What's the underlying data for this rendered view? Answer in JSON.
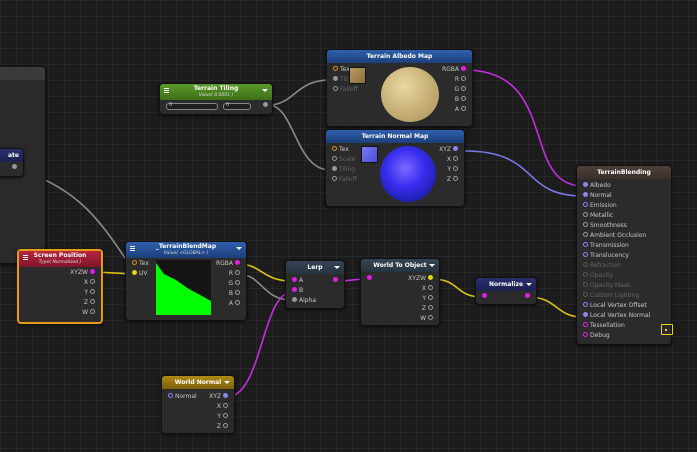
{
  "nodes": {
    "terrain_tiling": {
      "title": "Terrain Tiling",
      "subtitle": "Value( 0.0001 )",
      "field_a": "0",
      "field_b": "0"
    },
    "albedo_map": {
      "title": "Terrain Albedo Map",
      "inputs": [
        "Tex",
        "Tiling",
        "Falloff"
      ],
      "outputs": [
        "RGBA",
        "R",
        "G",
        "B",
        "A"
      ]
    },
    "normal_map": {
      "title": "Terrain Normal Map",
      "inputs": [
        "Tex",
        "Scale",
        "Tiling",
        "Falloff"
      ],
      "outputs": [
        "XYZ",
        "X",
        "Y",
        "Z"
      ]
    },
    "left_partial": {
      "title": "ate"
    },
    "screen_position": {
      "title": "Screen Position",
      "subtitle": "Type( Normalized )",
      "outputs": [
        "XYZW",
        "X",
        "Y",
        "Z",
        "W"
      ]
    },
    "blend_map": {
      "title": "_TerrainBlendMap",
      "subtitle": "Value( <GLOBAL> )",
      "inputs": [
        "Tex",
        "UV"
      ],
      "outputs": [
        "RGBA",
        "R",
        "G",
        "B",
        "A"
      ]
    },
    "lerp": {
      "title": "Lerp",
      "inputs": [
        "A",
        "B",
        "Alpha"
      ]
    },
    "world_to_object": {
      "title": "World To Object",
      "outputs": [
        "XYZW",
        "X",
        "Y",
        "Z",
        "W"
      ]
    },
    "normalize": {
      "title": "Normalize"
    },
    "world_normal": {
      "title": "World Normal",
      "inputs": [
        "Normal"
      ],
      "outputs": [
        "XYZ",
        "X",
        "Y",
        "Z"
      ]
    },
    "terrain_blending": {
      "title": "TerrainBlending",
      "inputs": [
        "Albedo",
        "Normal",
        "Emission",
        "Metallic",
        "Smoothness",
        "Ambient Occlusion",
        "Transmission",
        "Translucency",
        "Refraction",
        "Opacity",
        "Opacity Mask",
        "Custom Lighting",
        "Local Vertex Offset",
        "Local Vertex Normal",
        "Tessellation",
        "Debug"
      ]
    }
  },
  "colors": {
    "background": "#1c1c1c",
    "wire_gray": "#8a8a8a",
    "wire_pink": "#c42ee0",
    "wire_yellow": "#d8c414",
    "wire_purple": "#7a78e6",
    "selected_outline": "#e59a16",
    "preview_green": "#00ff00"
  },
  "icons": [
    "menu-icon",
    "chevron-down-icon",
    "texture-icon"
  ]
}
